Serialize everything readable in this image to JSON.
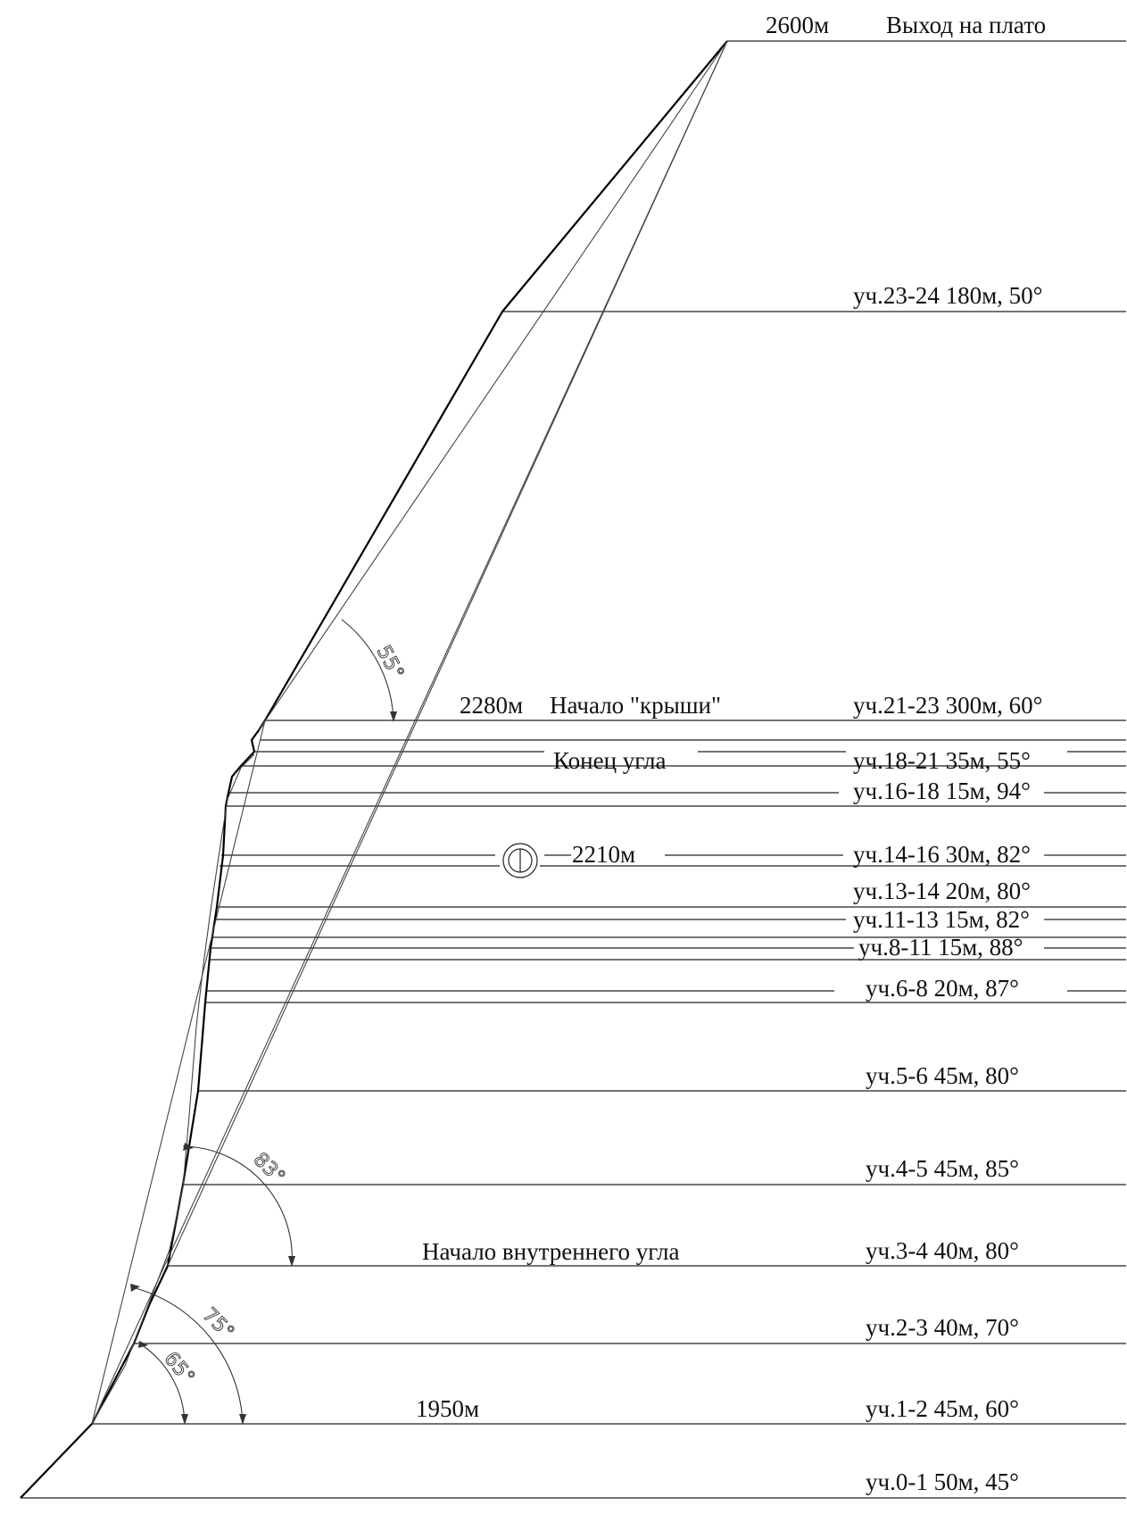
{
  "top": {
    "altitude": "2600м",
    "caption": "Выход на плато"
  },
  "markers": {
    "roof": {
      "altitude": "2280м",
      "caption": "Начало \"крыши\""
    },
    "corner_end": "Конец угла",
    "bivouac": {
      "altitude": "2210м",
      "symbol": "⦶"
    },
    "inner_corner_start": "Начало внутреннего угла",
    "base_altitude": "1950м"
  },
  "sections": [
    {
      "label": "уч.23-24 180м, 50°"
    },
    {
      "label": "уч.21-23 300м, 60°"
    },
    {
      "label": "уч.18-21 35м, 55°"
    },
    {
      "label": "уч.16-18 15м, 94°"
    },
    {
      "label": "уч.14-16 30м, 82°"
    },
    {
      "label": "уч.13-14 20м, 80°"
    },
    {
      "label": "уч.11-13 15м, 82°"
    },
    {
      "label": "уч.8-11 15м, 88°"
    },
    {
      "label": "уч.6-8 20м, 87°"
    },
    {
      "label": "уч.5-6 45м, 80°"
    },
    {
      "label": "уч.4-5 45м, 85°"
    },
    {
      "label": "уч.3-4 40м, 80°"
    },
    {
      "label": "уч.2-3 40м, 70°"
    },
    {
      "label": "уч.1-2 45м, 60°"
    },
    {
      "label": "уч.0-1 50м, 45°"
    }
  ],
  "angles": [
    {
      "label": "55°"
    },
    {
      "label": "83°"
    },
    {
      "label": "75°"
    },
    {
      "label": "65°"
    }
  ]
}
